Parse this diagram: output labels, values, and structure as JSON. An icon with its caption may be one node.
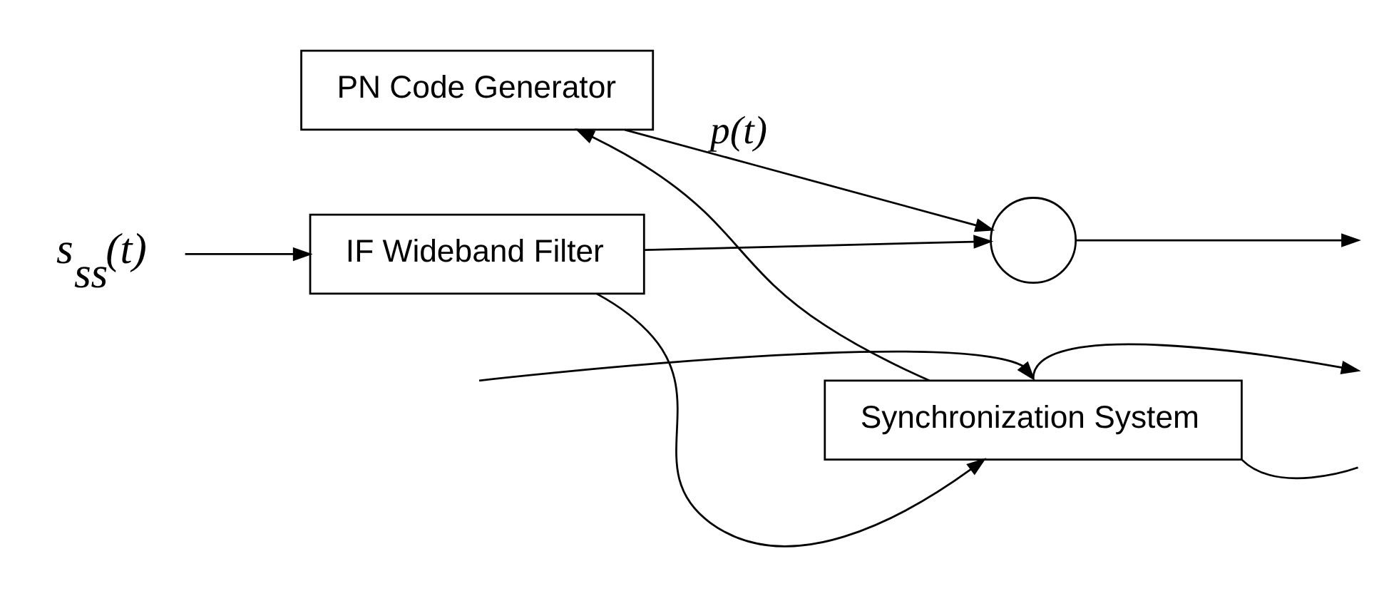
{
  "diagram": {
    "nodes": [
      {
        "text": [
          "s$_{ss}$(t)"
        ]
      },
      {
        "text": [
          "IF Wideband Filter"
        ]
      },
      {
        "text": [],
        "shape": "circle"
      },
      {
        "text": [
          "PN Code Generator"
        ]
      },
      {
        "text": [
          "Synchronization System"
        ]
      }
    ],
    "edges": [
      {
        "from": 0,
        "to": 1,
        "arrow": "to"
      },
      {
        "from": 1,
        "to": 2,
        "arrow": "to"
      },
      {
        "from": 1,
        "to": 4,
        "arrow": "to"
      },
      {
        "from": 2,
        "to": null,
        "arrow": "to"
      },
      {
        "from": 3,
        "to": 2,
        "arrow": "to",
        "label": "p(t)"
      },
      {
        "from": 4,
        "to": 3,
        "arrow": "to"
      },
      {
        "from": null,
        "to": 4,
        "arrow": "to"
      },
      {
        "from": 4,
        "to": null,
        "arrow": "to"
      },
      {
        "from": 4,
        "to": null,
        "arrow": "none"
      }
    ]
  }
}
